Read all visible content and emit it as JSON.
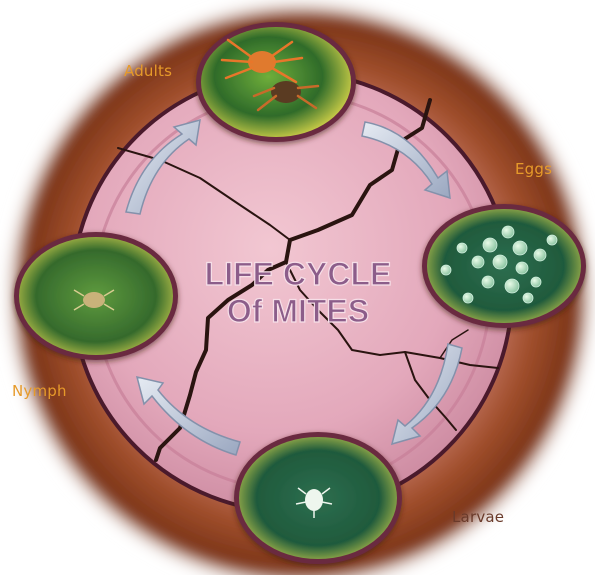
{
  "title": {
    "line1": "LIFE CYCLE",
    "line2": "Of MITES"
  },
  "stages": {
    "adults": "Adults",
    "eggs": "Eggs",
    "larvae": "Larvae",
    "nymph": "Nymph"
  },
  "colors": {
    "dial_fill": "#e3a8bb",
    "dial_rim": "#c77f98",
    "dial_border": "#4a1a2c",
    "halo_outer": "#7a3418",
    "title_text": "#8c5d8a",
    "arrow_fill": "#b9c3d6",
    "label_orange": "#e69a2a",
    "label_brown": "#6a3a2a",
    "leaf_green": "#3e7f3a",
    "crack": "#2a1410"
  }
}
